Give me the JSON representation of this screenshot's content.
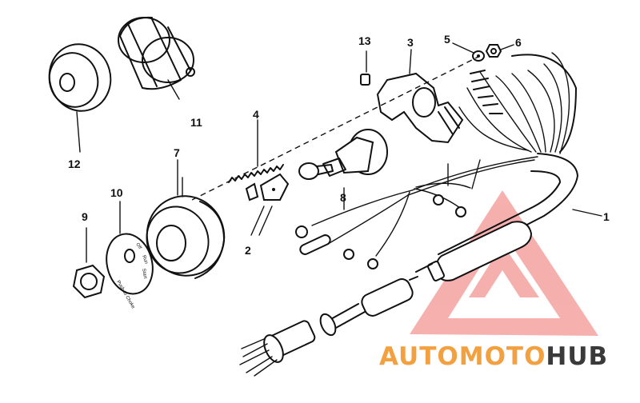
{
  "callouts": [
    {
      "id": "1",
      "text": "1"
    },
    {
      "id": "2",
      "text": "2"
    },
    {
      "id": "3",
      "text": "3"
    },
    {
      "id": "4",
      "text": "4"
    },
    {
      "id": "5",
      "text": "5"
    },
    {
      "id": "6",
      "text": "6"
    },
    {
      "id": "7",
      "text": "7"
    },
    {
      "id": "8",
      "text": "8"
    },
    {
      "id": "9",
      "text": "9"
    },
    {
      "id": "10",
      "text": "10"
    },
    {
      "id": "11",
      "text": "11"
    },
    {
      "id": "12",
      "text": "12"
    },
    {
      "id": "13",
      "text": "13"
    }
  ],
  "decal": {
    "off": "Off",
    "run": "Run",
    "start": "Start",
    "choke": "Push to Choke"
  },
  "watermark": {
    "part1": "AUTO",
    "part2": "MOTO",
    "part3": "HUB",
    "color_accent": "#f2a040",
    "color_dark": "#3a3a3a",
    "color_logo": "#f4a3a0"
  }
}
